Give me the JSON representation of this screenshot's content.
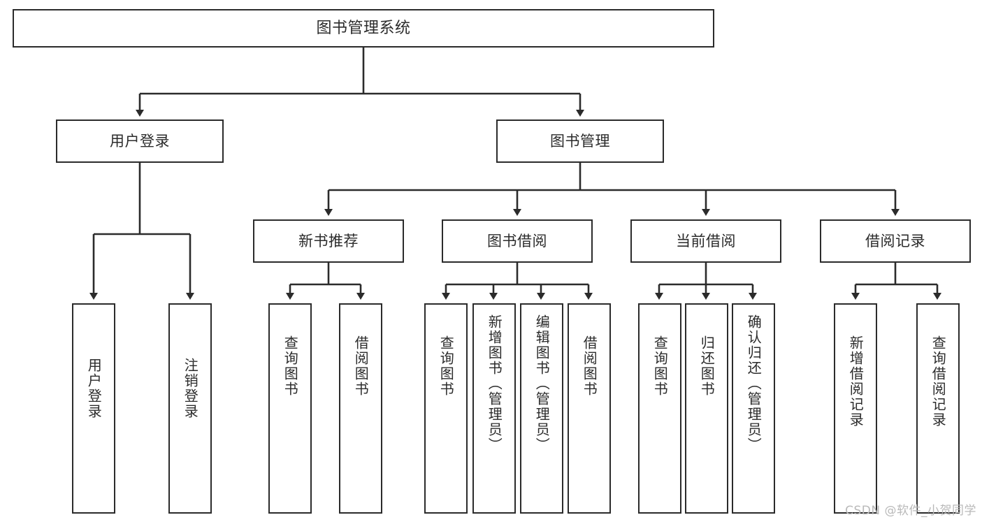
{
  "diagram": {
    "type": "tree-hierarchy-chart",
    "title": "图书管理系统",
    "root": {
      "label": "图书管理系统"
    },
    "level1": [
      {
        "id": "user-login",
        "label": "用户登录"
      },
      {
        "id": "book-management",
        "label": "图书管理"
      }
    ],
    "level2": [
      {
        "id": "new-book-recommend",
        "label": "新书推荐",
        "parent": "book-management"
      },
      {
        "id": "book-borrow",
        "label": "图书借阅",
        "parent": "book-management"
      },
      {
        "id": "current-borrow",
        "label": "当前借阅",
        "parent": "book-management"
      },
      {
        "id": "borrow-record",
        "label": "借阅记录",
        "parent": "book-management"
      }
    ],
    "leaves": {
      "user_login": [
        {
          "id": "leaf-user-login",
          "label": "用户登录"
        },
        {
          "id": "leaf-logout",
          "label": "注销登录"
        }
      ],
      "new_book_recommend": [
        {
          "id": "leaf-query-book-1",
          "label": "查询图书"
        },
        {
          "id": "leaf-borrow-book-1",
          "label": "借阅图书"
        }
      ],
      "book_borrow": [
        {
          "id": "leaf-query-book-2",
          "label": "查询图书"
        },
        {
          "id": "leaf-add-book",
          "label": "新增图书（管理员）"
        },
        {
          "id": "leaf-edit-book",
          "label": "编辑图书（管理员）"
        },
        {
          "id": "leaf-borrow-book-2",
          "label": "借阅图书"
        }
      ],
      "current_borrow": [
        {
          "id": "leaf-query-book-3",
          "label": "查询图书"
        },
        {
          "id": "leaf-return-book",
          "label": "归还图书"
        },
        {
          "id": "leaf-confirm-return",
          "label": "确认归还（管理员）"
        }
      ],
      "borrow_record": [
        {
          "id": "leaf-add-record",
          "label": "新增借阅记录"
        },
        {
          "id": "leaf-query-record",
          "label": "查询借阅记录"
        }
      ]
    },
    "colors": {
      "stroke": "#2b2b2b",
      "fill": "#ffffff",
      "text": "#2b2b2b",
      "watermark": "#b9b9b9"
    }
  },
  "watermark": {
    "text": "CSDN @软件_小贺同学"
  }
}
